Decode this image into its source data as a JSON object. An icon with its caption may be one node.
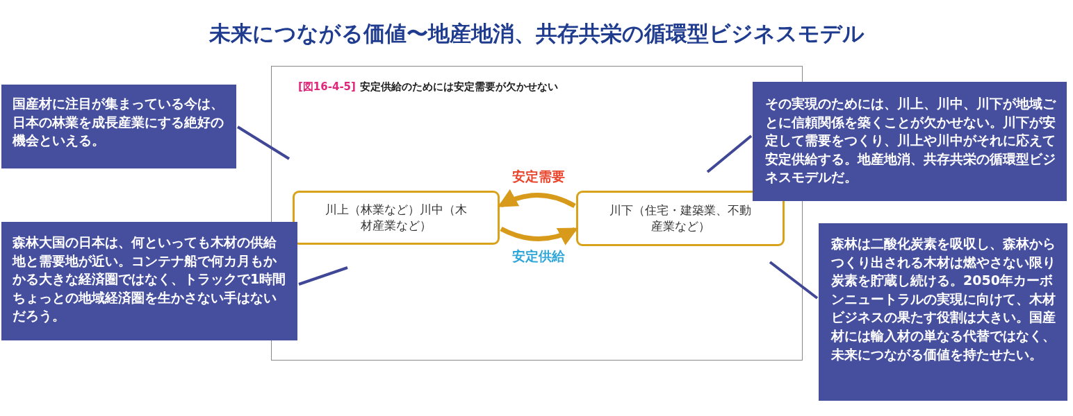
{
  "diagram": {
    "title": "未来につながる価値〜地産地消、共存共栄の循環型ビジネスモデル",
    "nodes": [
      {
        "text": [
          "[図16-4-5]",
          "安定供給のためには安定需要が欠かせない"
        ]
      },
      {
        "text": [
          "川上（林業など）川中（木材産業など）"
        ],
        "in": 0
      },
      {
        "text": [
          "川下（住宅・建築業、不動産業など）"
        ],
        "in": 0
      },
      {
        "text": [
          "国産材に注目が集まっている今は、日本の林業を成長産業にする絶好の機会といえる。"
        ]
      },
      {
        "text": [
          "森林大国の日本は、何といっても木材の供給地と需要地が近い。コンテナ船で何カ月もかかる大きな経済圏ではなく、トラックで1時間ちょっとの地域経済圏を生かさない手はないだろう。"
        ]
      },
      {
        "text": [
          "その実現のためには、川上、川中、川下が地域ごとに信頼関係を築くことが欠かせない。川下が安定して需要をつくり、川上や川中がそれに応えて安定供給する。地産地消、共存共栄の循環型ビジネスモデルだ。"
        ]
      },
      {
        "text": [
          "森林は二酸化炭素を吸収し、森林からつくり出される木材は燃やさない限り炭素を貯蔵し続ける。2050年カーボンニュートラルの実現に向けて、木材ビジネスの果たす役割は大きい。国産材には輸入材の単なる代替ではなく、未来につながる価値を持たせたい。"
        ]
      }
    ],
    "edges": [
      {
        "from": 2,
        "to": 1,
        "arrow": "to",
        "label": "安定需要",
        "color": "#d89a1a"
      },
      {
        "from": 1,
        "to": 2,
        "arrow": "to",
        "label": "安定供給",
        "color": "#d89a1a"
      },
      {
        "from": 3,
        "to": null,
        "arrow": "none"
      },
      {
        "from": 4,
        "to": null,
        "arrow": "none"
      },
      {
        "from": 5,
        "to": null,
        "arrow": "none"
      },
      {
        "from": 6,
        "to": null,
        "arrow": "none"
      }
    ]
  }
}
